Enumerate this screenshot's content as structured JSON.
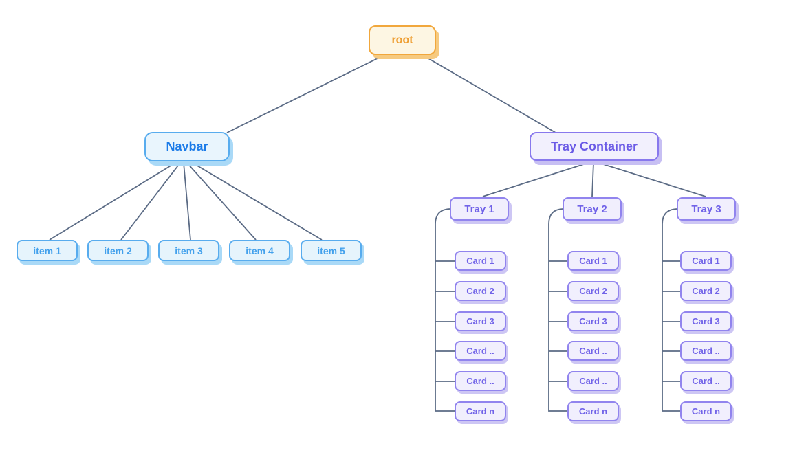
{
  "root": {
    "label": "root"
  },
  "navbar": {
    "label": "Navbar",
    "items": [
      {
        "label": "item 1"
      },
      {
        "label": "item 2"
      },
      {
        "label": "item 3"
      },
      {
        "label": "item 4"
      },
      {
        "label": "item 5"
      }
    ]
  },
  "tray_container": {
    "label": "Tray Container",
    "trays": [
      {
        "label": "Tray 1",
        "cards": [
          "Card 1",
          "Card 2",
          "Card 3",
          "Card ..",
          "Card ..",
          "Card n"
        ]
      },
      {
        "label": "Tray 2",
        "cards": [
          "Card 1",
          "Card 2",
          "Card 3",
          "Card ..",
          "Card ..",
          "Card n"
        ]
      },
      {
        "label": "Tray 3",
        "cards": [
          "Card 1",
          "Card 2",
          "Card 3",
          "Card ..",
          "Card ..",
          "Card n"
        ]
      }
    ]
  },
  "colors": {
    "edge": "#5B6B85",
    "root_border": "#F1A73C",
    "blue_border": "#58ACEE",
    "purple_border": "#9184EE"
  }
}
